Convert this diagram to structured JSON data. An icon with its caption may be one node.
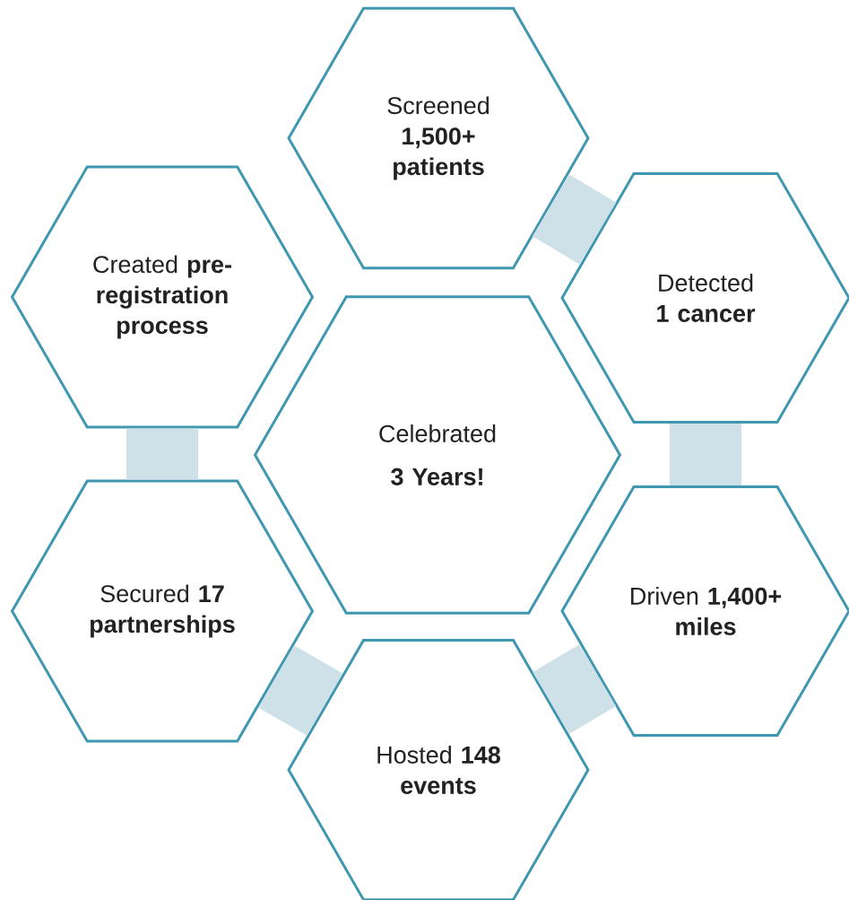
{
  "diagram": {
    "nodes": [
      {
        "text": [
          "Screened **1,500+ patients**"
        ]
      },
      {
        "text": [
          "Created **pre-registration process**"
        ]
      },
      {
        "text": [
          "Detected **1 cancer**"
        ]
      },
      {
        "text": [
          "Celebrated",
          "3 Years!"
        ]
      },
      {
        "text": [
          "Secured **17 partnerships**"
        ]
      },
      {
        "text": [
          "Driven **1,400+ miles**"
        ]
      },
      {
        "text": [
          "Hosted **148 events**"
        ]
      }
    ],
    "edges": [
      {
        "from": 0,
        "to": 2,
        "arrow": "none"
      },
      {
        "from": 2,
        "to": 5,
        "arrow": "none"
      },
      {
        "from": 5,
        "to": 6,
        "arrow": "none"
      },
      {
        "from": 6,
        "to": 4,
        "arrow": "none"
      },
      {
        "from": 4,
        "to": 1,
        "arrow": "none"
      }
    ]
  }
}
